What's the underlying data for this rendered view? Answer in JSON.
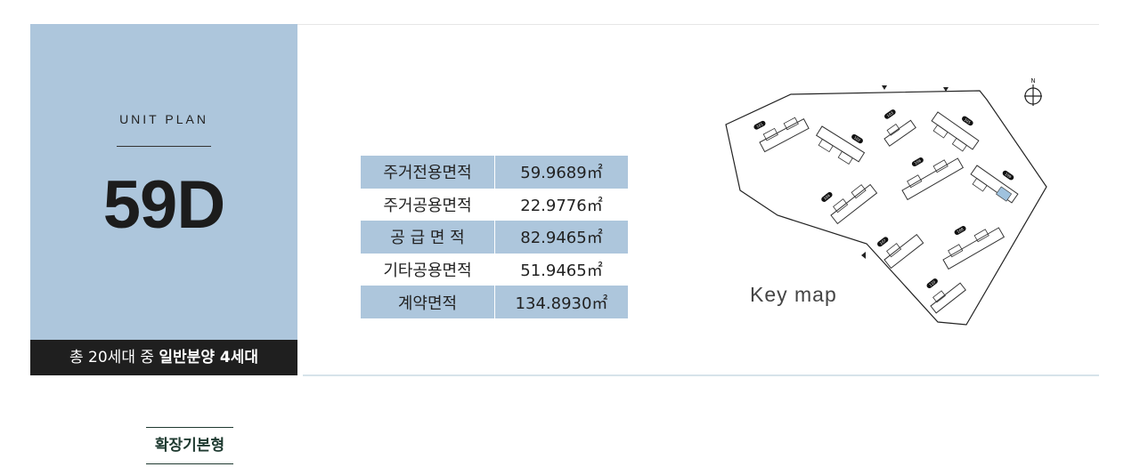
{
  "unit": {
    "label": "UNIT PLAN",
    "code": "59D",
    "households_prefix": "총 20세대 중",
    "households_bold": "일반분양 4세대"
  },
  "areas": [
    {
      "name": "주거전용면적",
      "value": "59.9689㎡"
    },
    {
      "name": "주거공용면적",
      "value": "22.9776㎡"
    },
    {
      "name": "공 급 면 적",
      "value": "82.9465㎡"
    },
    {
      "name": "기타공용면적",
      "value": "51.9465㎡"
    },
    {
      "name": "계약면적",
      "value": "134.8930㎡"
    }
  ],
  "keymap": {
    "label": "Key map",
    "compass": "N",
    "buildings": [
      "101",
      "102",
      "103",
      "104",
      "105",
      "106",
      "107",
      "108",
      "109",
      "110"
    ],
    "highlight_color": "#9fc2de"
  },
  "tabs": [
    {
      "label": "확장기본형"
    }
  ],
  "colors": {
    "accent": "#adc6dc",
    "dark": "#1f1f1f",
    "tab": "#1e3a30"
  }
}
